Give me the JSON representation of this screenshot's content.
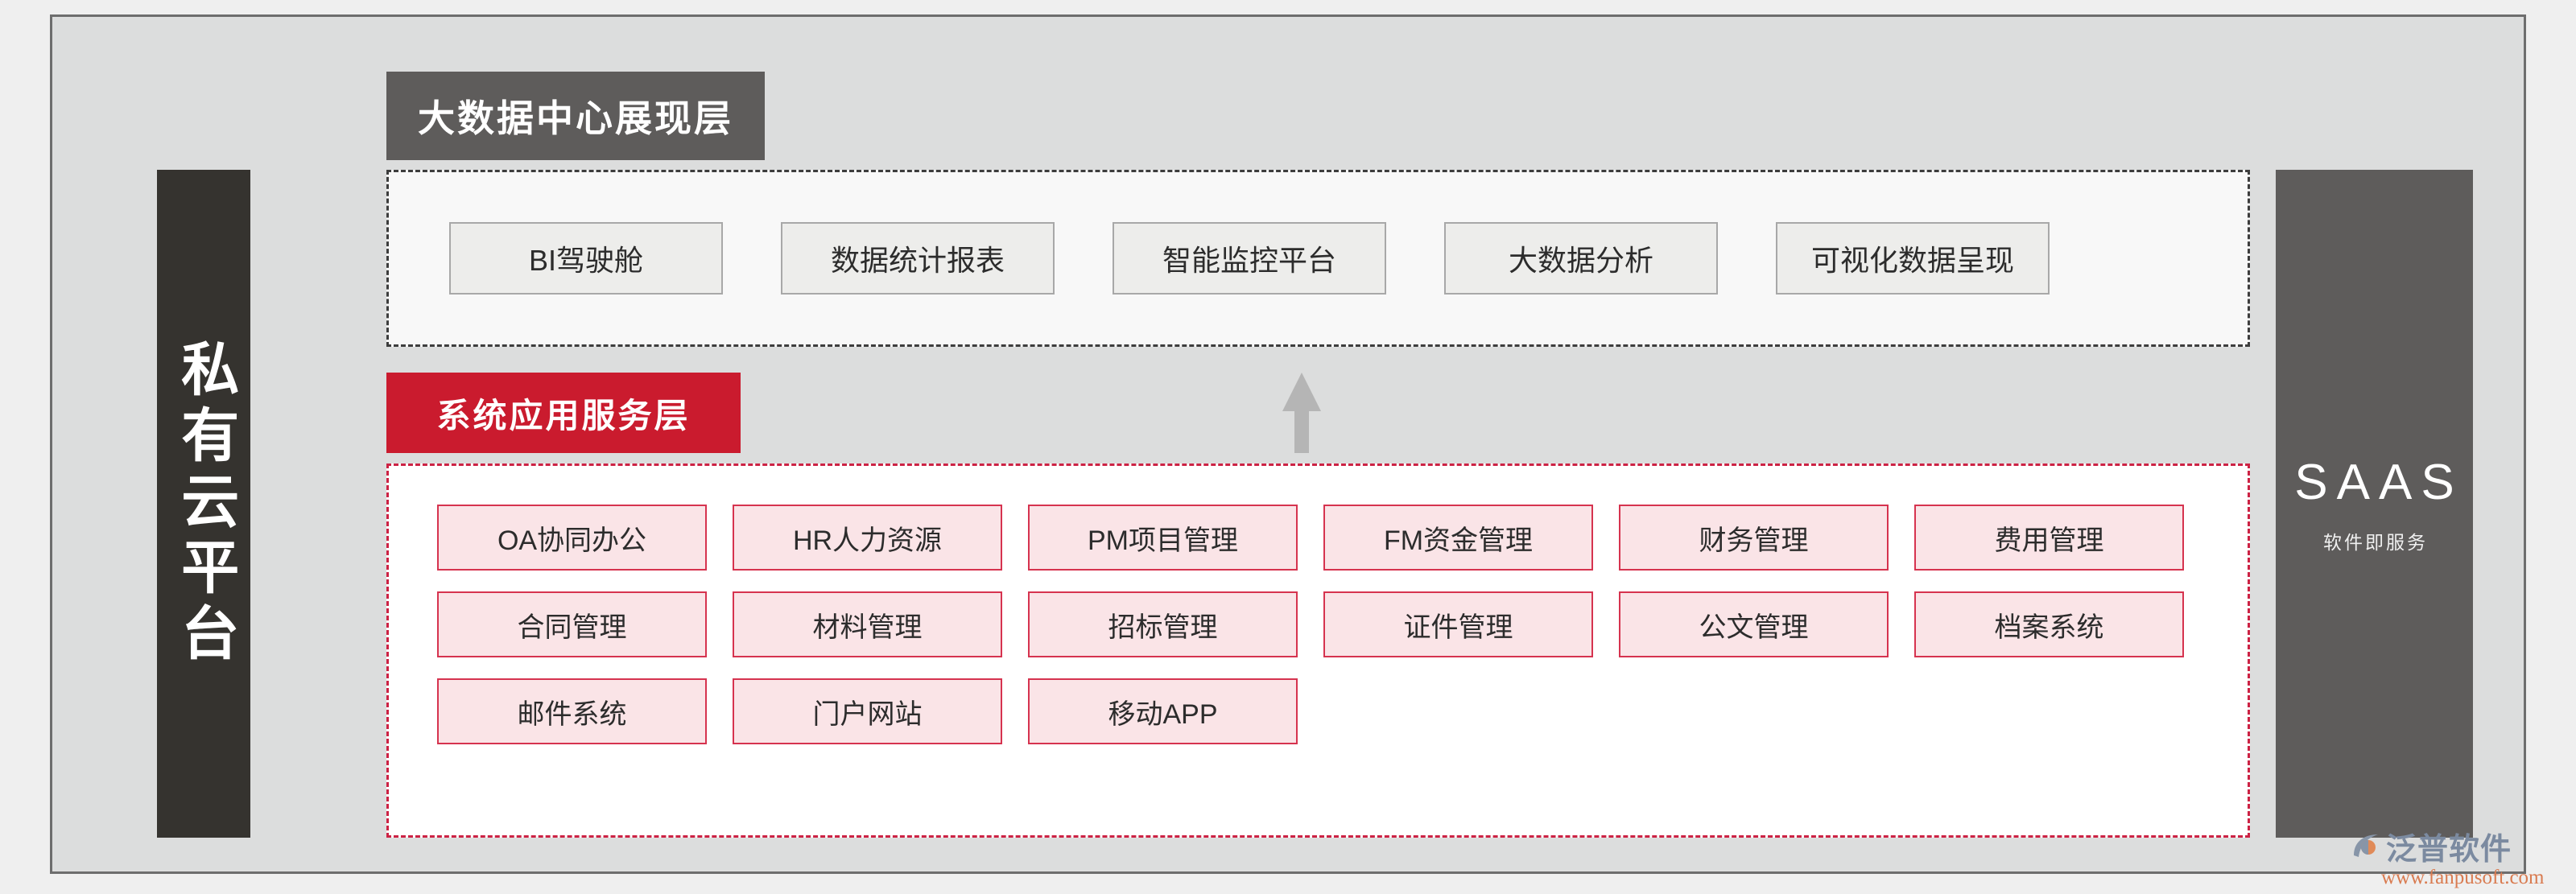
{
  "diagram": {
    "left_pillar": {
      "label": "私有云平台"
    },
    "right_pillar": {
      "title": "SAAS",
      "subtitle": "软件即服务"
    },
    "sections": [
      {
        "tag": "大数据中心展现层",
        "tag_color": "#5e5c5b",
        "items": [
          "BI驾驶舱",
          "数据统计报表",
          "智能监控平台",
          "大数据分析",
          "可视化数据呈现"
        ]
      },
      {
        "tag": "系统应用服务层",
        "tag_color": "#ca1b2e",
        "rows": [
          [
            "OA协同办公",
            "HR人力资源",
            "PM项目管理",
            "FM资金管理",
            "财务管理",
            "费用管理"
          ],
          [
            "合同管理",
            "材料管理",
            "招标管理",
            "证件管理",
            "公文管理",
            "档案系统"
          ],
          [
            "邮件系统",
            "门户网站",
            "移动APP"
          ]
        ]
      }
    ],
    "flow_arrow": "up-arrow-icon"
  },
  "watermark": {
    "name": "泛普软件",
    "url": "www.fanpusoft.com"
  },
  "colors": {
    "page_background": "#efefef",
    "frame_background": "#dcdddd",
    "dark_pillar": "#35332f",
    "gray_pillar": "#5e5c5b",
    "accent_red": "#ca1b2e",
    "box_pink_fill": "#fae4e7",
    "box_pink_border": "#d6334f",
    "box_gray_fill": "#ededeb",
    "box_gray_border": "#a8a8a8",
    "arrow_gray": "#b5b5b5"
  }
}
